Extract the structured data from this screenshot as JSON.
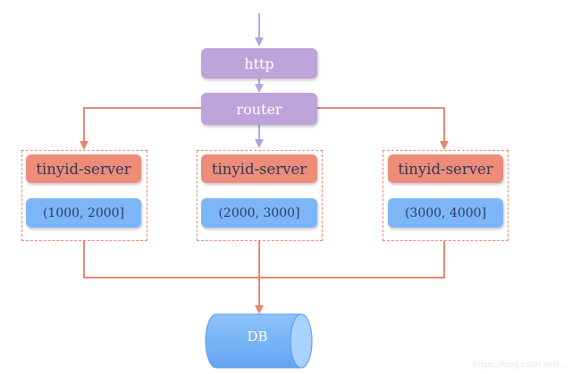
{
  "nodes": {
    "http": "http",
    "router": "router",
    "servers": [
      {
        "name": "tinyid-server",
        "range": "(1000, 2000]"
      },
      {
        "name": "tinyid-server",
        "range": "(2000, 3000]"
      },
      {
        "name": "tinyid-server",
        "range": "(3000, 4000]"
      }
    ],
    "db": "DB"
  },
  "colors": {
    "purple": "#bca3d9",
    "salmon": "#ee8c7a",
    "blue": "#7db6f6",
    "arrow_purple": "#b9a3dc",
    "arrow_salmon": "#e7866f"
  },
  "watermark": "https://blog.csdn.net/..."
}
